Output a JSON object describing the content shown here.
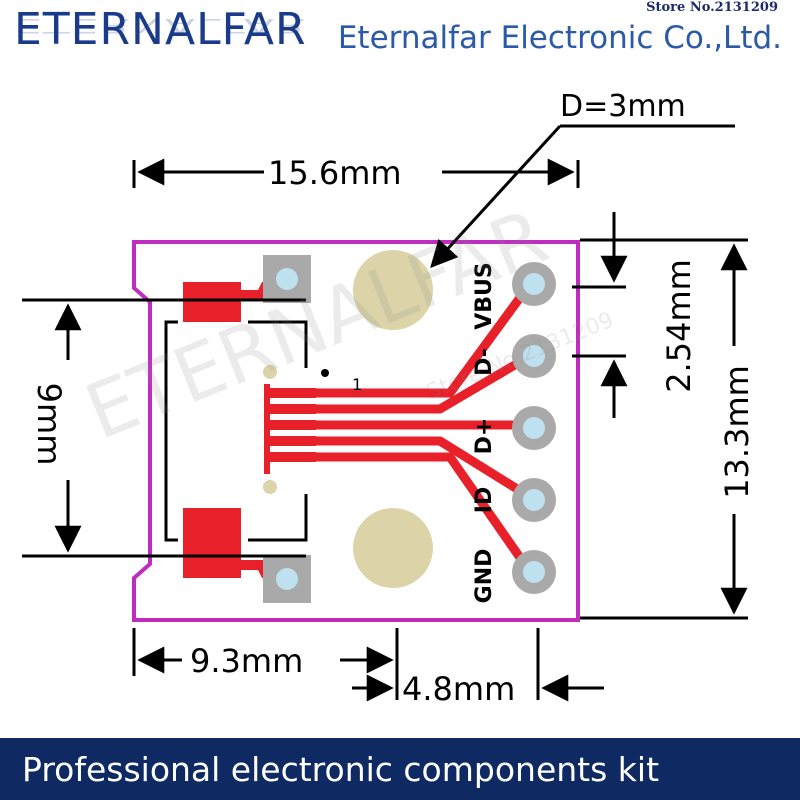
{
  "header": {
    "brand": "ETERNALFAR",
    "company": "Eternalfar Electronic Co.,Ltd.",
    "store": "Store No.2131209"
  },
  "dimensions": {
    "drill": "D=3mm",
    "width": "15.6mm",
    "height": "13.3mm",
    "pitch": "2.54mm",
    "connector_span": "9mm",
    "left_section": "9.3mm",
    "right_section": "4.8mm"
  },
  "pins": [
    "VBUS",
    "D-",
    "D+",
    "ID",
    "GND"
  ],
  "pin1_marker": "1",
  "watermark": {
    "brand": "ETERNALFAR",
    "store": "Store No.2131209"
  },
  "footer": {
    "tagline": "Professional electronic components kit"
  },
  "colors": {
    "board_outline": "#c02cc0",
    "copper": "#e8202a",
    "pad": "#a9a9a9",
    "pad_center": "#bfe0ef",
    "mount_hole": "#dcd4a8",
    "brand_blue": "#1a3a8a",
    "footer_bg": "#0f2a62"
  }
}
